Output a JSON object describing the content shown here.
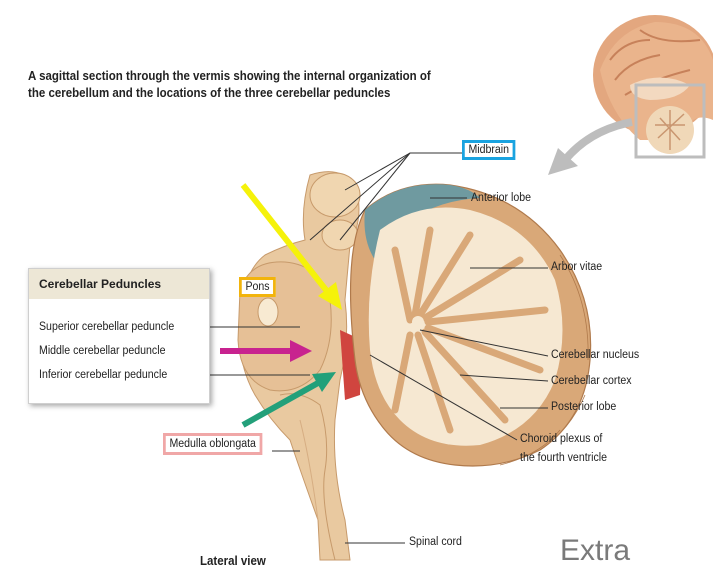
{
  "caption": {
    "line1": "A sagittal section through the vermis showing the internal organization of",
    "line2": "the cerebellum and the locations of the three cerebellar peduncles"
  },
  "labels": {
    "midbrain": "Midbrain",
    "anterior_lobe": "Anterior lobe",
    "arbor_vitae": "Arbor vitae",
    "pons": "Pons",
    "cerebellar_nucleus": "Cerebellar nucleus",
    "cerebellar_cortex": "Cerebellar cortex",
    "posterior_lobe": "Posterior lobe",
    "choroid_plexus_line1": "Choroid plexus of",
    "choroid_plexus_line2": "the fourth ventricle",
    "medulla": "Medulla oblongata",
    "spinal_cord": "Spinal cord",
    "lateral_view": "Lateral view",
    "extra": "Extra"
  },
  "peduncles_box": {
    "title": "Cerebellar Peduncles",
    "items": [
      "Superior cerebellar peduncle",
      "Middle cerebellar peduncle",
      "Inferior cerebellar peduncle"
    ]
  },
  "colors": {
    "midbrain_box": "#1aa3e0",
    "pons_box": "#f2b40c",
    "medulla_box": "#f0a7a7",
    "arrow_yellow": "#f5f20a",
    "arrow_magenta": "#c8238f",
    "arrow_green": "#23a07a",
    "brainstem": "#e9c9a0",
    "cerebellum_white": "#f6e8d2",
    "cerebellum_cortex": "#d9a878",
    "anterior_lobe": "#6f9aa0",
    "inset_arrow": "#bdbdbd"
  }
}
